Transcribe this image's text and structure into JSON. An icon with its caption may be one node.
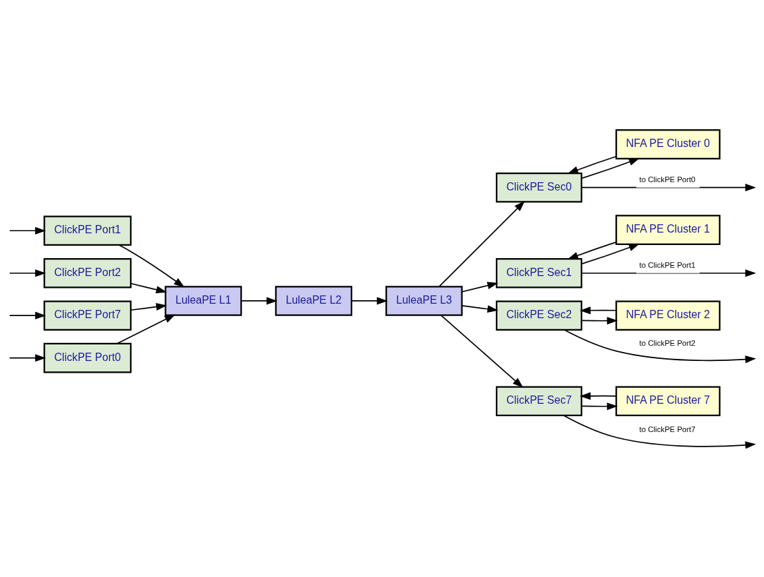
{
  "diagram": {
    "nodes": [
      {
        "text": [
          "ClickPE Port0"
        ]
      },
      {
        "text": [
          "ClickPE Port1"
        ]
      },
      {
        "text": [
          "ClickPE Port2"
        ]
      },
      {
        "text": [
          "ClickPE Port7"
        ]
      },
      {
        "text": [
          "LuleaPE L1"
        ]
      },
      {
        "text": [
          "LuleaPE L2"
        ]
      },
      {
        "text": [
          "LuleaPE L3"
        ]
      },
      {
        "text": [
          "ClickPE Sec0"
        ]
      },
      {
        "text": [
          "NFA PE Cluster 0"
        ]
      },
      {
        "text": [
          "ClickPE Sec1"
        ]
      },
      {
        "text": [
          "NFA PE Cluster 1"
        ]
      },
      {
        "text": [
          "ClickPE Sec2"
        ]
      },
      {
        "text": [
          "NFA PE Cluster 2"
        ]
      },
      {
        "text": [
          "ClickPE Sec7"
        ]
      },
      {
        "text": [
          "NFA PE Cluster 7"
        ]
      }
    ],
    "edges": [
      {
        "from": null,
        "to": 0,
        "arrow": "to"
      },
      {
        "from": null,
        "to": 1,
        "arrow": "to"
      },
      {
        "from": null,
        "to": 2,
        "arrow": "to"
      },
      {
        "from": null,
        "to": 3,
        "arrow": "to"
      },
      {
        "from": 0,
        "to": 4,
        "arrow": "to"
      },
      {
        "from": 1,
        "to": 4,
        "arrow": "to"
      },
      {
        "from": 2,
        "to": 4,
        "arrow": "to"
      },
      {
        "from": 3,
        "to": 4,
        "arrow": "to"
      },
      {
        "from": 4,
        "to": 5,
        "arrow": "to"
      },
      {
        "from": 5,
        "to": 6,
        "arrow": "to"
      },
      {
        "from": 6,
        "to": 7,
        "arrow": "to"
      },
      {
        "from": 6,
        "to": 9,
        "arrow": "to"
      },
      {
        "from": 6,
        "to": 11,
        "arrow": "to"
      },
      {
        "from": 6,
        "to": 13,
        "arrow": "to"
      },
      {
        "from": 7,
        "to": null,
        "arrow": "to",
        "label": "to ClickPE Port0"
      },
      {
        "from": 7,
        "to": 8,
        "arrow": "to"
      },
      {
        "from": 8,
        "to": 7,
        "arrow": "to"
      },
      {
        "from": 9,
        "to": null,
        "arrow": "to",
        "label": "to ClickPE Port1"
      },
      {
        "from": 9,
        "to": 10,
        "arrow": "to"
      },
      {
        "from": 10,
        "to": 9,
        "arrow": "to"
      },
      {
        "from": 11,
        "to": null,
        "arrow": "to",
        "label": "to ClickPE Port2"
      },
      {
        "from": 11,
        "to": 12,
        "arrow": "to"
      },
      {
        "from": 12,
        "to": 11,
        "arrow": "to"
      },
      {
        "from": 13,
        "to": null,
        "arrow": "to",
        "label": "to ClickPE Port7"
      },
      {
        "from": 13,
        "to": 14,
        "arrow": "to"
      },
      {
        "from": 14,
        "to": 13,
        "arrow": "to"
      }
    ]
  }
}
